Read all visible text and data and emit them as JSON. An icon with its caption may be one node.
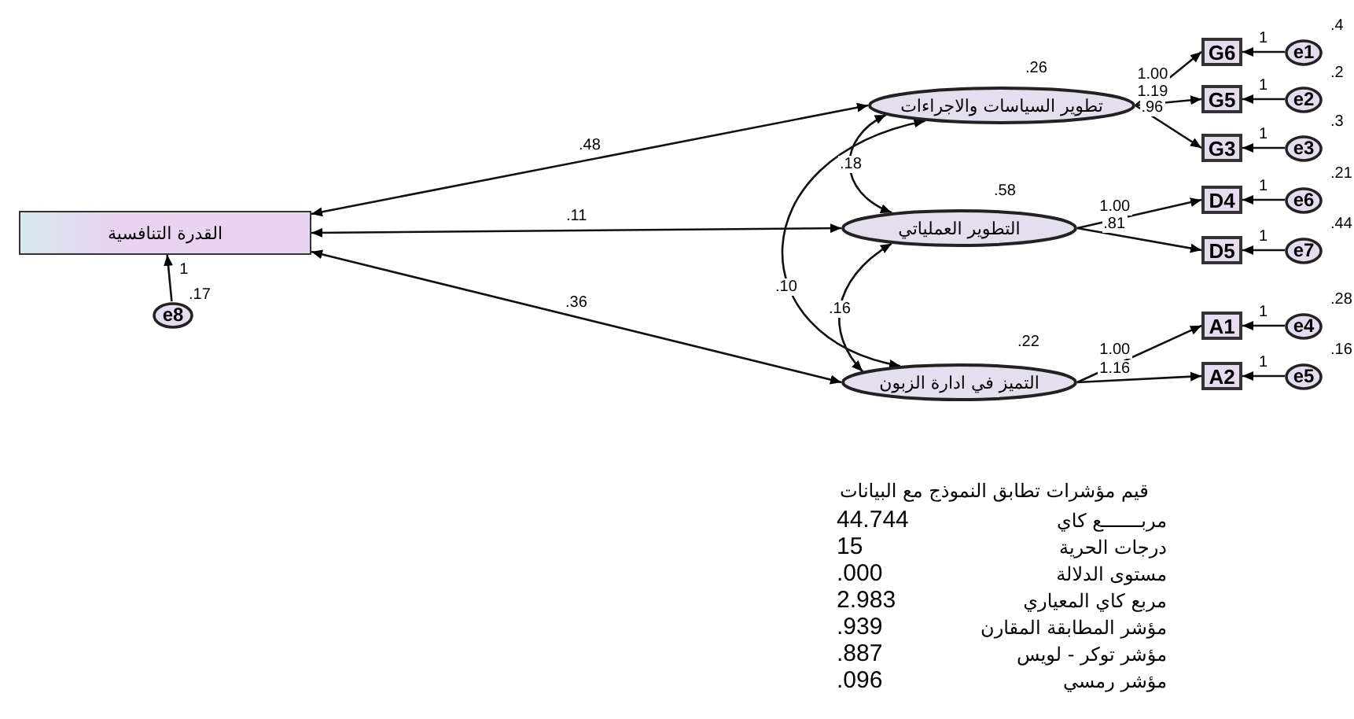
{
  "diagram": {
    "nodes": [
      {
        "text": [
          "تطوير السياسات والاجراءات"
        ],
        "beside": [
          ".26"
        ]
      },
      {
        "text": [
          "التطوير العملياتي"
        ],
        "beside": [
          ".58"
        ]
      },
      {
        "text": [
          "التميز في ادارة الزبون"
        ],
        "beside": [
          ".22"
        ]
      },
      {
        "text": [
          "القدرة التنافسية"
        ]
      },
      {
        "text": [
          "e8"
        ],
        "beside": [
          ".17"
        ]
      },
      {
        "text": [
          "G6"
        ]
      },
      {
        "text": [
          "G5"
        ]
      },
      {
        "text": [
          "G3"
        ]
      },
      {
        "text": [
          "D4"
        ]
      },
      {
        "text": [
          "D5"
        ]
      },
      {
        "text": [
          "A1"
        ]
      },
      {
        "text": [
          "A2"
        ]
      },
      {
        "text": [
          "e1"
        ],
        "beside": [
          ".4"
        ]
      },
      {
        "text": [
          "e2"
        ],
        "beside": [
          ".2"
        ]
      },
      {
        "text": [
          "e3"
        ],
        "beside": [
          ".3"
        ]
      },
      {
        "text": [
          "e6"
        ],
        "beside": [
          ".21"
        ]
      },
      {
        "text": [
          "e7"
        ],
        "beside": [
          ".44"
        ]
      },
      {
        "text": [
          "e4"
        ],
        "beside": [
          ".28"
        ]
      },
      {
        "text": [
          "e5"
        ],
        "beside": [
          ".16"
        ]
      }
    ],
    "edges": [
      {
        "from": 0,
        "to": 3,
        "arrow": "both",
        "label": ".48"
      },
      {
        "from": 1,
        "to": 3,
        "arrow": "both",
        "label": ".11"
      },
      {
        "from": 2,
        "to": 3,
        "arrow": "both",
        "label": ".36"
      },
      {
        "from": 0,
        "to": 1,
        "arrow": "both",
        "label": ".18"
      },
      {
        "from": 0,
        "to": 2,
        "arrow": "both",
        "label": ".10"
      },
      {
        "from": 1,
        "to": 2,
        "arrow": "both",
        "label": ".16"
      },
      {
        "from": 4,
        "to": 3,
        "arrow": "to",
        "label": "1"
      },
      {
        "from": 0,
        "to": 5,
        "arrow": "to",
        "label": "1.00"
      },
      {
        "from": 0,
        "to": 6,
        "arrow": "to",
        "label": "1.19"
      },
      {
        "from": 0,
        "to": 7,
        "arrow": "to",
        "label": ".96"
      },
      {
        "from": 1,
        "to": 8,
        "arrow": "to",
        "label": "1.00"
      },
      {
        "from": 1,
        "to": 9,
        "arrow": "to",
        "label": ".81"
      },
      {
        "from": 2,
        "to": 10,
        "arrow": "to",
        "label": "1.00"
      },
      {
        "from": 2,
        "to": 11,
        "arrow": "to",
        "label": "1.16"
      },
      {
        "from": 12,
        "to": 5,
        "arrow": "to",
        "label": "1"
      },
      {
        "from": 13,
        "to": 6,
        "arrow": "to",
        "label": "1"
      },
      {
        "from": 14,
        "to": 7,
        "arrow": "to",
        "label": "1"
      },
      {
        "from": 15,
        "to": 8,
        "arrow": "to",
        "label": "1"
      },
      {
        "from": 16,
        "to": 9,
        "arrow": "to",
        "label": "1"
      },
      {
        "from": 17,
        "to": 10,
        "arrow": "to",
        "label": "1"
      },
      {
        "from": 18,
        "to": 11,
        "arrow": "to",
        "label": "1"
      }
    ],
    "labels": [
      "قيم مؤشرات تطابق النموذج مع البيانات",
      "مربـــــــع كاي",
      "44.744",
      "درجات الحرية",
      "15",
      "مستوى الدلالة",
      ".000",
      "مربع كاي المعياري",
      "2.983",
      "مؤشر المطابقة المقارن",
      ".939",
      "مؤشر توكر - لويس",
      ".887",
      "مؤشر رمسي",
      ".096"
    ]
  }
}
